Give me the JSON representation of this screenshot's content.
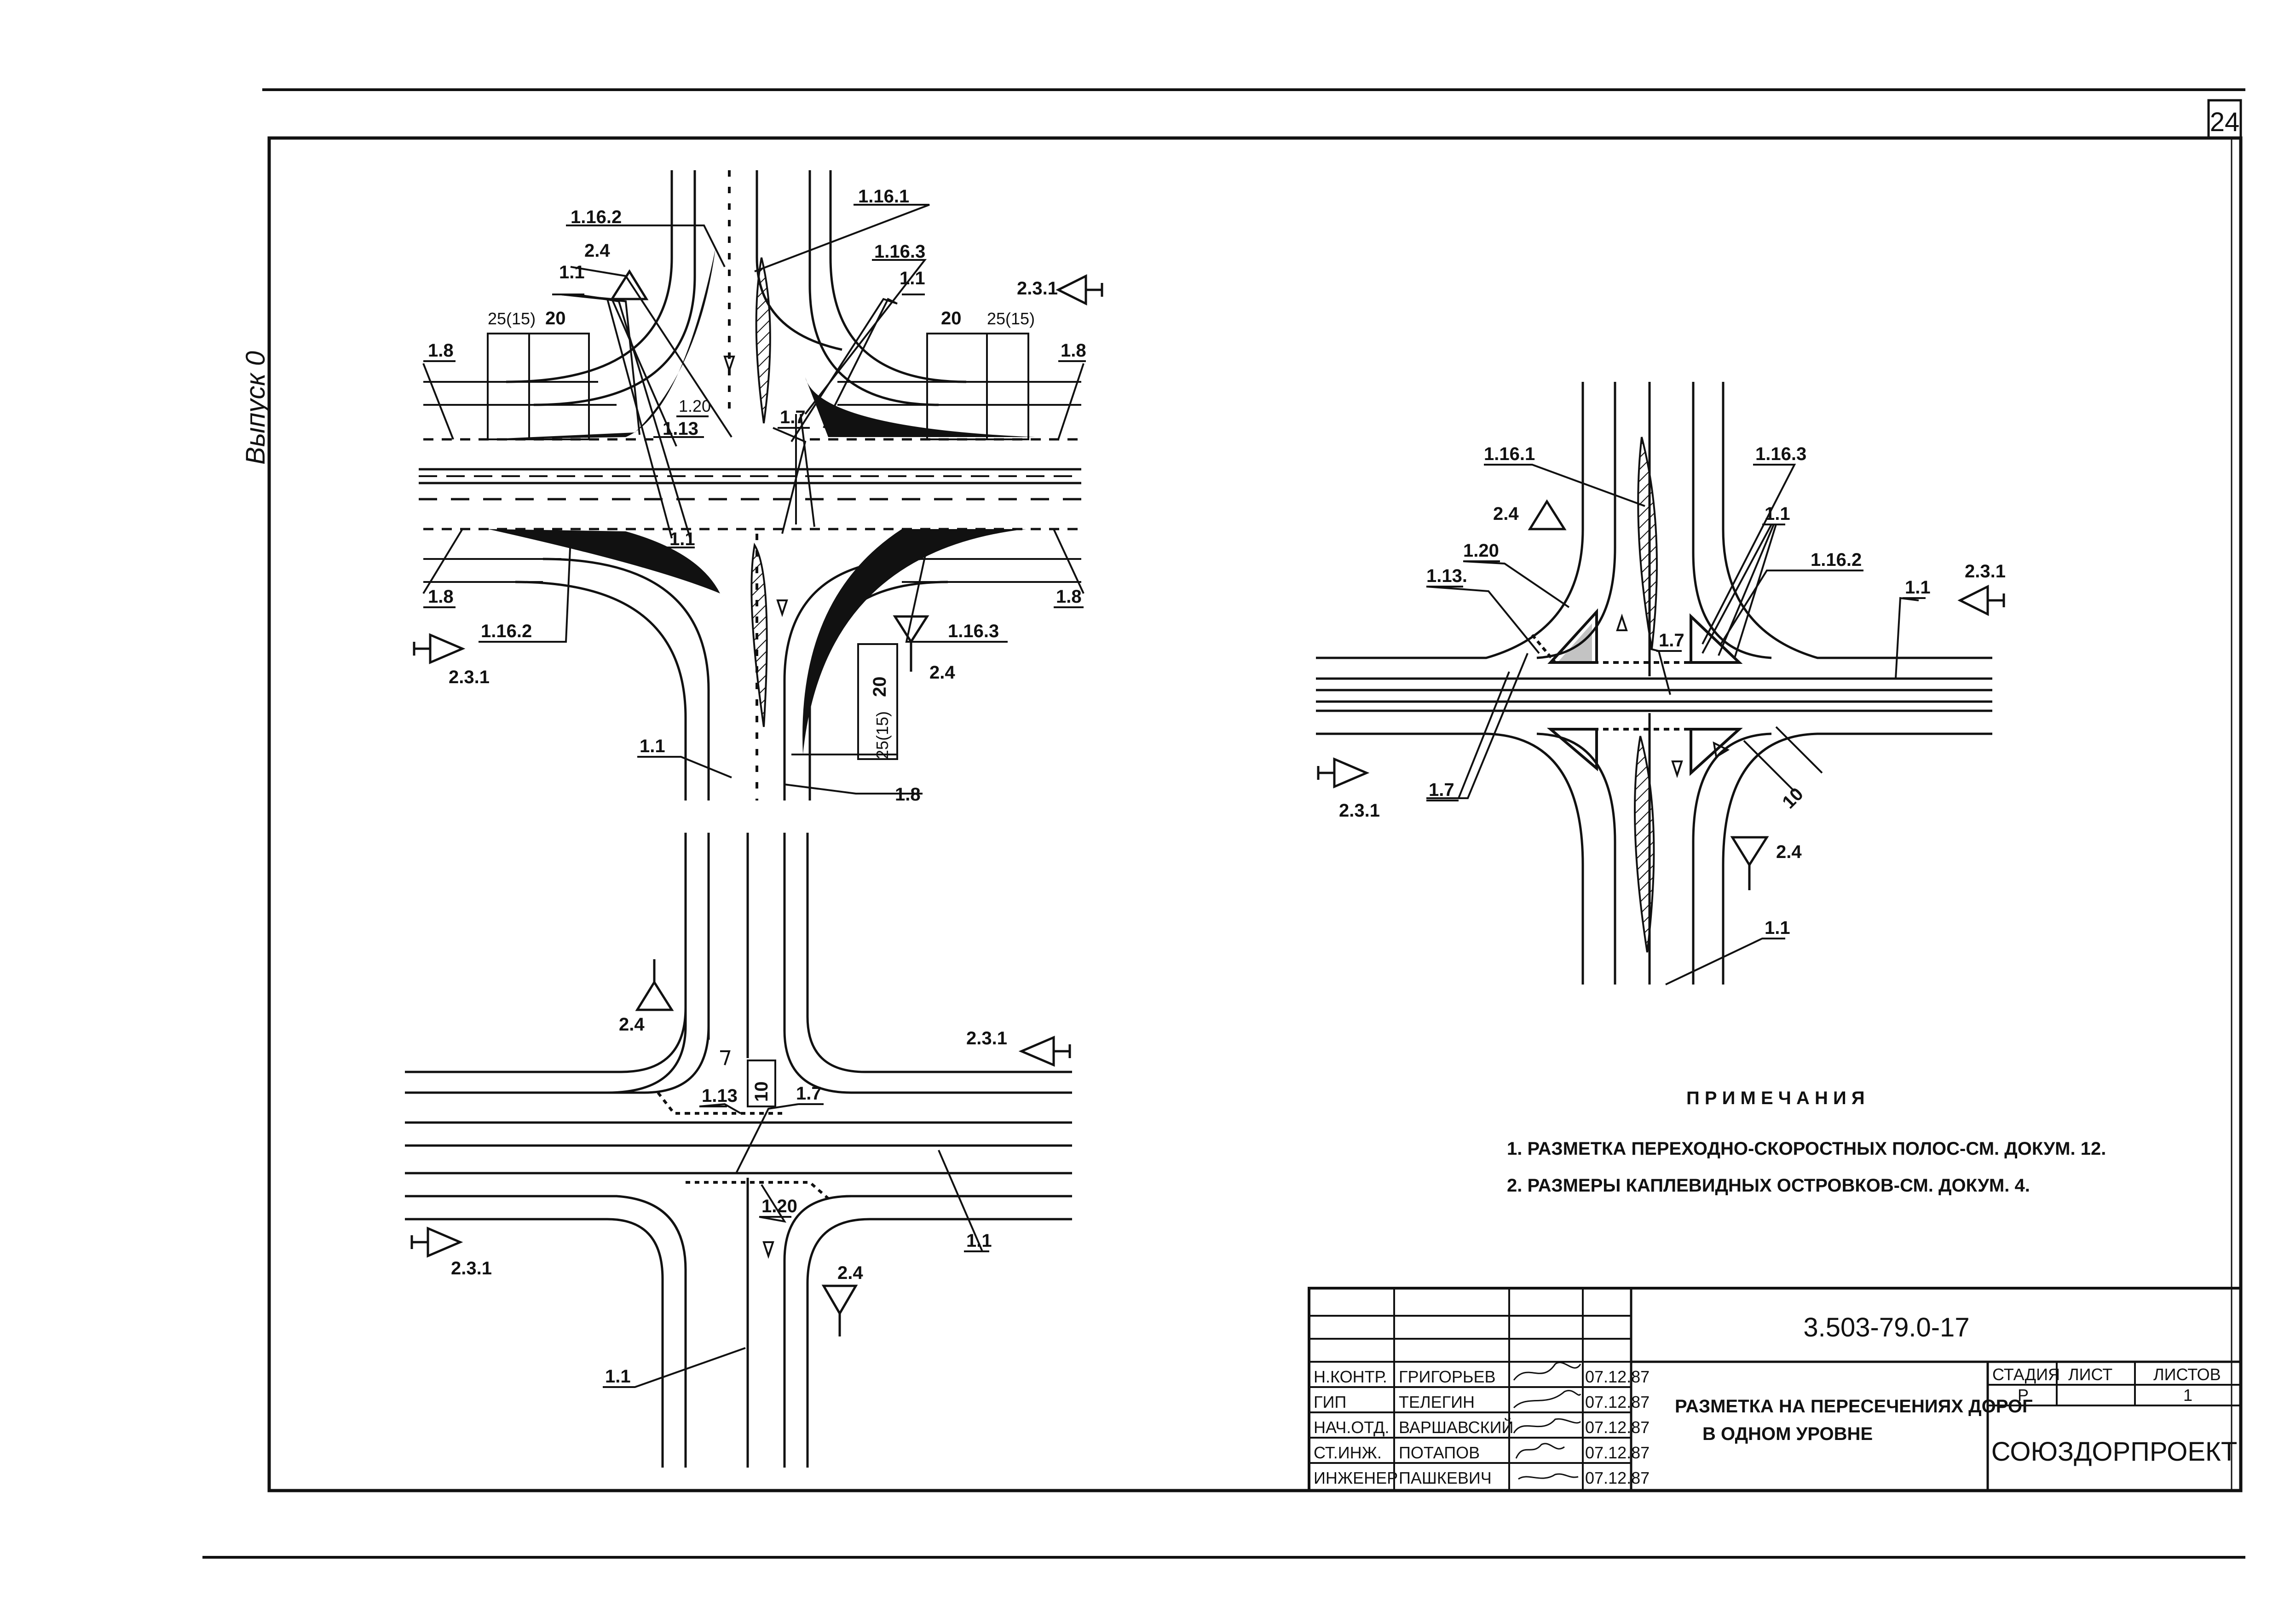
{
  "sheet": {
    "number": "24",
    "issue": "Выпуск 0"
  },
  "labels": {
    "m1_16_1": "1.16.1",
    "m1_16_2": "1.16.2",
    "m1_16_3": "1.16.3",
    "m1_1": "1.1",
    "m1_8": "1.8",
    "m1_13": "1.13",
    "m1_13dot": "1.13.",
    "m1_20": "1.20",
    "m1_7": "1.7",
    "s2_4": "2.4",
    "s2_3_1": "2.3.1",
    "d20": "20",
    "d25_15": "25(15)",
    "d10": "10"
  },
  "notes": {
    "title": "П Р И М Е Ч А Н И Я",
    "items": [
      "1. РАЗМЕТКА ПЕРЕХОДНО-СКОРОСТНЫХ ПОЛОС-СМ. ДОКУМ. 12.",
      "2. РАЗМЕРЫ КАПЛЕВИДНЫХ ОСТРОВКОВ-СМ. ДОКУМ. 4."
    ]
  },
  "title_block": {
    "doc_code": "3.503-79.0-17",
    "title_line1": "РАЗМЕТКА НА ПЕРЕСЕЧЕНИЯХ ДОРОГ",
    "title_line2": "В ОДНОМ УРОВНЕ",
    "stage_header": "СТАДИЯ",
    "sheet_header": "ЛИСТ",
    "sheets_header": "ЛИСТОВ",
    "stage": "Р",
    "sheet": "",
    "sheets": "1",
    "org": "СОЮЗДОРПРОЕКТ",
    "rows": [
      {
        "role": "Н.КОНТР.",
        "name": "ГРИГОРЬЕВ",
        "date": "07.12.87"
      },
      {
        "role": "ГИП",
        "name": "ТЕЛЕГИН",
        "date": "07.12.87"
      },
      {
        "role": "НАЧ.ОТД.",
        "name": "ВАРШАВСКИЙ",
        "date": "07.12.87"
      },
      {
        "role": "СТ.ИНЖ.",
        "name": "ПОТАПОВ",
        "date": "07.12.87"
      },
      {
        "role": "ИНЖЕНЕР",
        "name": "ПАШКЕВИЧ",
        "date": "07.12.87"
      }
    ]
  }
}
